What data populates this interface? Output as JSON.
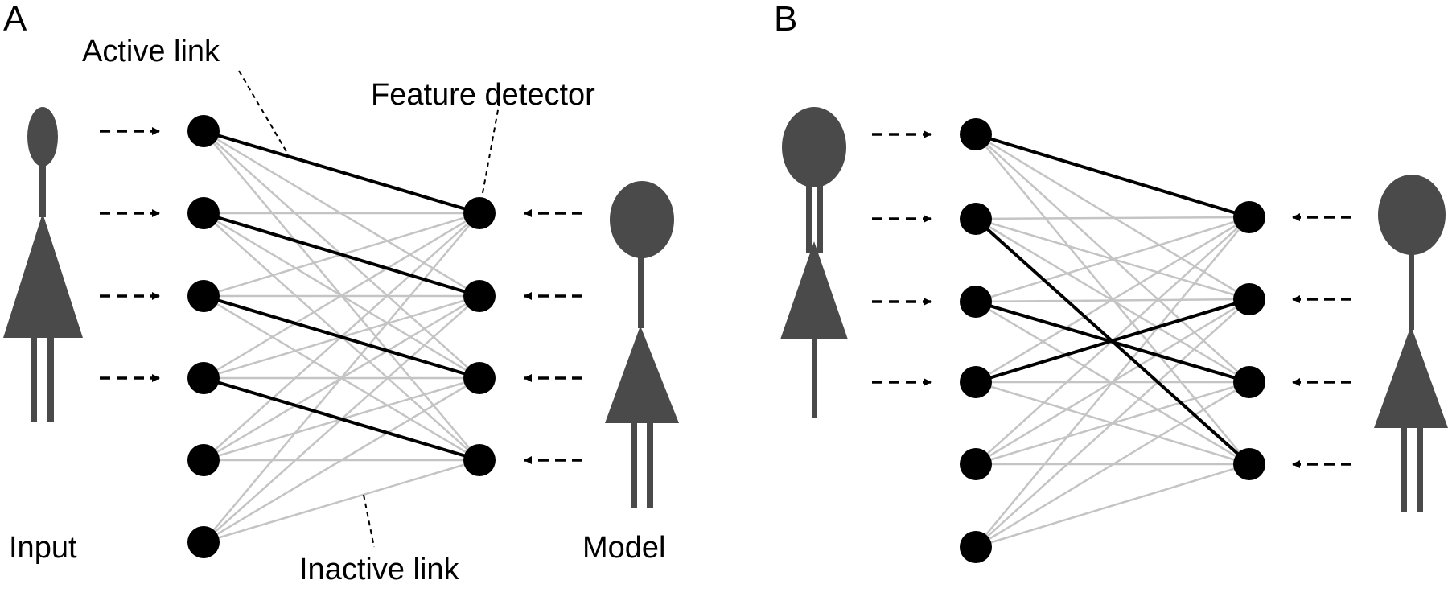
{
  "panels": [
    {
      "id": "A",
      "label": "A",
      "annotations": {
        "active_link": "Active link",
        "feature_detector": "Feature detector",
        "inactive_link": "Inactive link",
        "input": "Input",
        "model": "Model"
      },
      "active_links": [
        [
          0,
          0
        ],
        [
          1,
          1
        ],
        [
          2,
          2
        ],
        [
          3,
          3
        ]
      ]
    },
    {
      "id": "B",
      "label": "B",
      "active_links": [
        [
          0,
          0
        ],
        [
          1,
          3
        ],
        [
          2,
          2
        ],
        [
          3,
          1
        ]
      ]
    }
  ],
  "colors": {
    "figure": "#4a4a4a",
    "node": "#000000",
    "active_link": "#000000",
    "inactive_link": "#c4c4c4"
  }
}
